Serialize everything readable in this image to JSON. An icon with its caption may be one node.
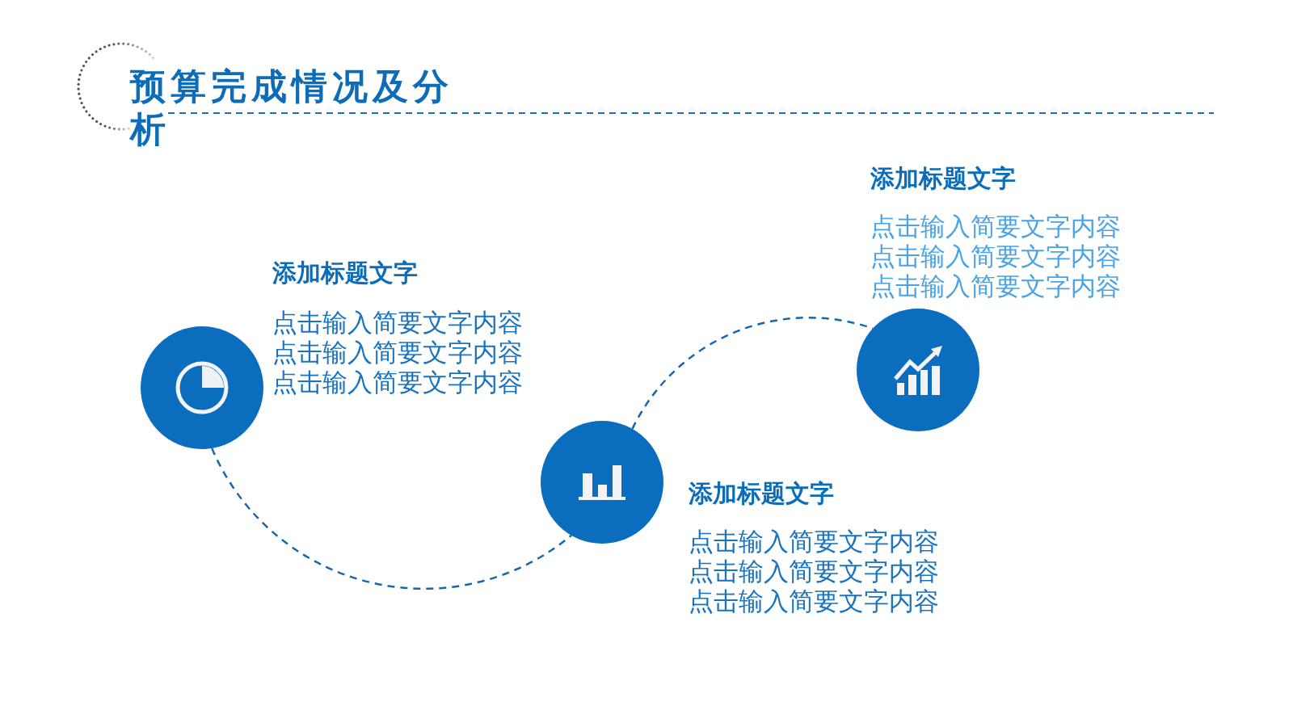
{
  "diagram": {
    "title": "预算完成情况及分析",
    "nodes": [
      {
        "text": [],
        "shape": "circle",
        "beside": [
          "添加标题文字",
          "点击输入简要文字内容点击输入简要文字内容点击输入简要文字内容"
        ]
      },
      {
        "text": [],
        "shape": "circle",
        "beside": [
          "添加标题文字",
          "点击输入简要文字内容点击输入简要文字内容点击输入简要文字内容"
        ]
      },
      {
        "text": [],
        "shape": "circle",
        "beside": [
          "添加标题文字",
          "点击输入简要文字内容点击输入简要文字内容点击输入简要文字内容"
        ]
      }
    ],
    "edges": [
      {
        "from": 0,
        "to": 1,
        "arrow": "none",
        "style": "dashed"
      },
      {
        "from": 1,
        "to": 2,
        "arrow": "none",
        "style": "dashed"
      }
    ]
  }
}
